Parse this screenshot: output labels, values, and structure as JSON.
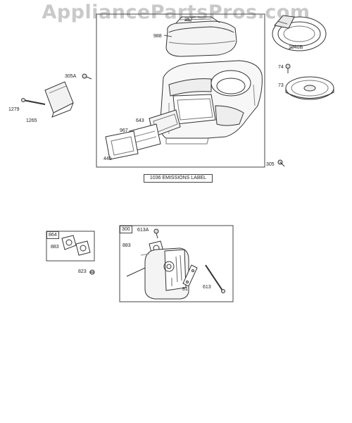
{
  "watermark": "AppliancePartsPros.com",
  "emissions_label": "1036 EMISSIONS LABEL",
  "parts": {
    "p257": "257",
    "p988": "988",
    "p1040b": "1040B",
    "p74": "74",
    "p73": "73",
    "p305a": "305A",
    "p1279": "1279",
    "p1265": "1265",
    "p643": "643",
    "p967": "967",
    "p445": "445",
    "p305": "305",
    "p864": "864",
    "p883a": "883",
    "p823": "823",
    "p300": "300",
    "p613a": "613A",
    "p883b": "883",
    "p81": "81",
    "p613": "613"
  }
}
